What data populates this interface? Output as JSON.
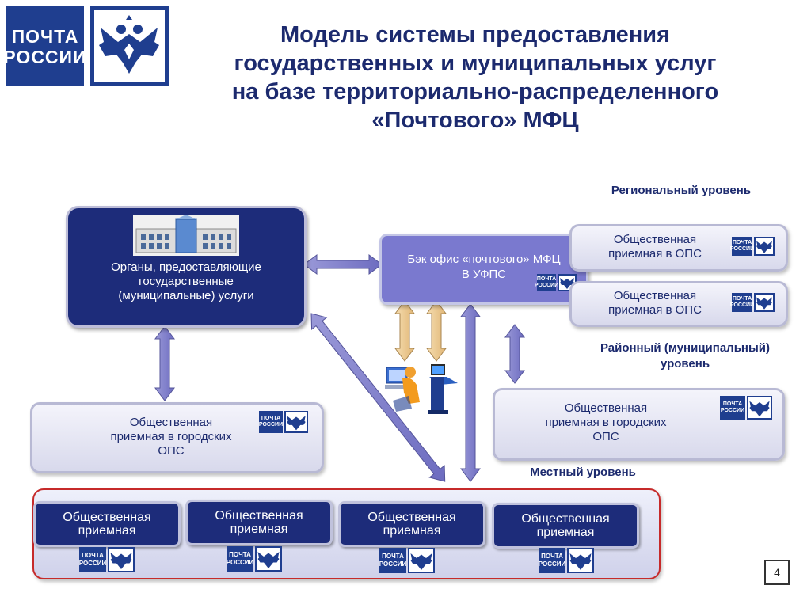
{
  "logo": {
    "line1": "ПОЧТА",
    "line2": "РОССИИ"
  },
  "title": {
    "line1": "Модель системы предоставления",
    "line2": "государственных и муниципальных услуг",
    "line3": "на базе территориально-распределенного",
    "line4": "«Почтового» МФЦ"
  },
  "levels": {
    "regional": "Региональный уровень",
    "district_line1": "Районный (муниципальный)",
    "district_line2": "уровень",
    "local": "Местный уровень"
  },
  "authorities": {
    "line1": "Органы, предоставляющие",
    "line2": "государственные",
    "line3": "(муниципальные) услуги"
  },
  "back_office": {
    "line1": "Бэк офис «почтового»  МФЦ",
    "line2": "В УФПС"
  },
  "reg_office_1": {
    "line1": "Общественная",
    "line2": "приемная в ОПС"
  },
  "reg_office_2": {
    "line1": "Общественная",
    "line2": "приемная в ОПС"
  },
  "city_left": {
    "line1": "Общественная",
    "line2": "приемная в городских",
    "line3": "ОПС"
  },
  "city_right": {
    "line1": "Общественная",
    "line2": "приемная в городских",
    "line3": "ОПС"
  },
  "local_tiles": [
    {
      "line1": "Общественная",
      "line2": "приемная"
    },
    {
      "line1": "Общественная",
      "line2": "приемная"
    },
    {
      "line1": "Общественная",
      "line2": "приемная"
    },
    {
      "line1": "Общественная",
      "line2": "приемная"
    }
  ],
  "mini_logo": {
    "line1": "ПОЧТА",
    "line2": "РОССИИ"
  },
  "page_number": "4",
  "colors": {
    "brand_blue": "#1f3e8f",
    "dark_box": "#1d2c7a",
    "mid_box": "#7a79cf",
    "local_border": "#c62a2a",
    "arrow_tan": "#e8c48a"
  }
}
